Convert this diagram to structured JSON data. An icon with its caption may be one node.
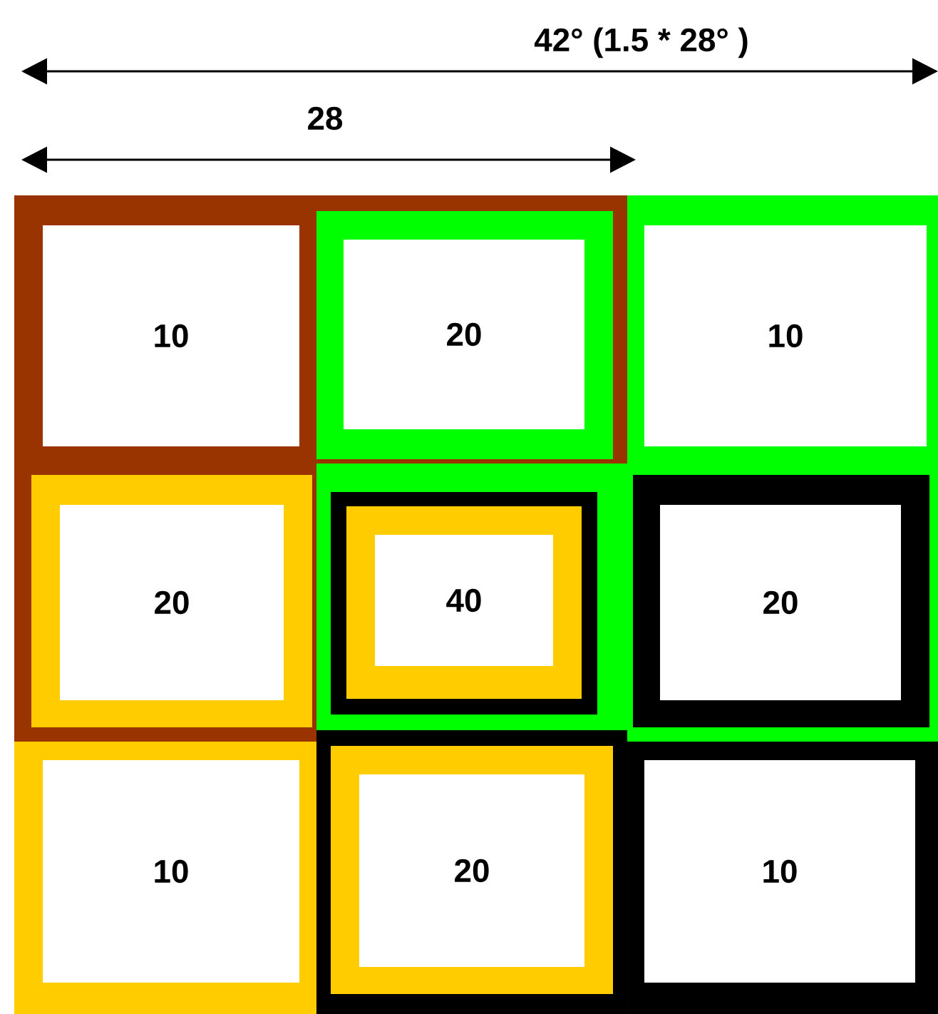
{
  "diagram": {
    "nodes": [
      {
        "text": [
          "10"
        ]
      },
      {
        "text": [
          "20"
        ]
      },
      {
        "text": [
          "10"
        ]
      },
      {
        "text": [
          "20"
        ]
      },
      {
        "text": [
          "40"
        ]
      },
      {
        "text": [
          "20"
        ]
      },
      {
        "text": [
          "10"
        ]
      },
      {
        "text": [
          "20"
        ]
      },
      {
        "text": [
          "10"
        ]
      }
    ],
    "labels": [
      "42° (1.5 * 28° )",
      "28"
    ]
  }
}
